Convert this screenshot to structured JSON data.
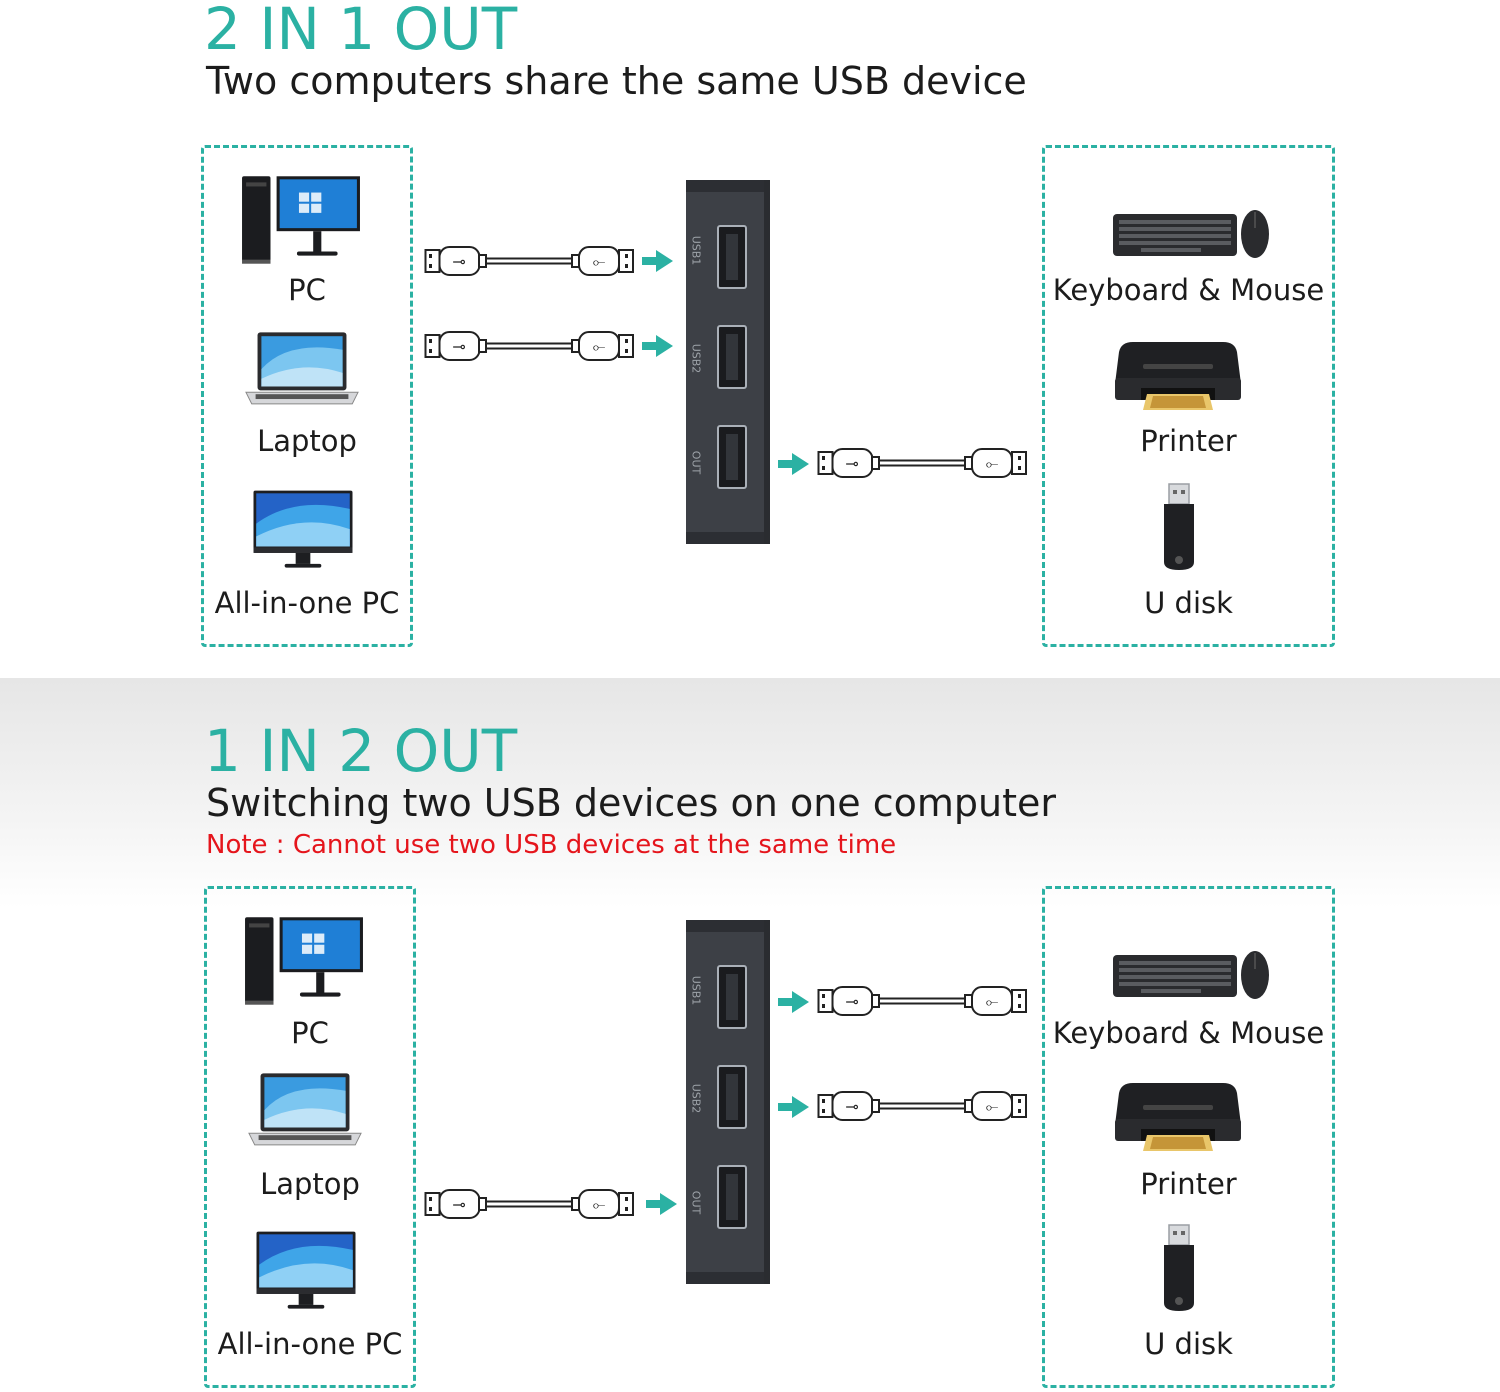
{
  "top": {
    "heading": "2 IN 1 OUT",
    "subtitle": "Two computers share the same USB device",
    "left_labels": [
      "PC",
      "Laptop",
      "All-in-one PC"
    ],
    "right_labels": [
      "Keyboard & Mouse",
      "Printer",
      "U disk"
    ],
    "port_labels": [
      "USB1",
      "USB2",
      "OUT"
    ]
  },
  "bottom": {
    "heading": "1 IN 2 OUT",
    "subtitle": "Switching two USB devices on one computer",
    "note": "Note : Cannot use two USB devices at the same time",
    "left_labels": [
      "PC",
      "Laptop",
      "All-in-one PC"
    ],
    "right_labels": [
      "Keyboard & Mouse",
      "Printer",
      "U disk"
    ],
    "port_labels": [
      "USB1",
      "USB2",
      "OUT"
    ]
  },
  "colors": {
    "accent": "#2bb1a3",
    "note": "#e5151c",
    "switch": "#3a3d42"
  }
}
